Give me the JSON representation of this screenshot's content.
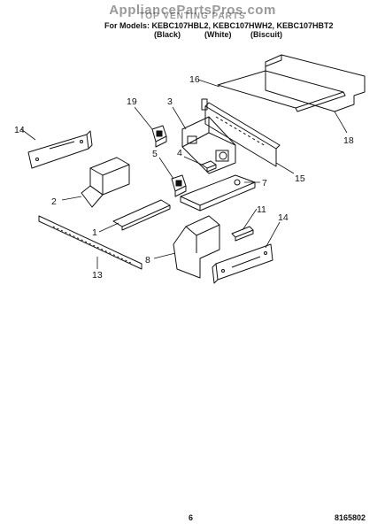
{
  "header": {
    "watermark": "AppliancePartsPros.com",
    "section_title": "TOP VENTING PARTS",
    "models_line": "For Models: KEBC107HBL2, KEBC107HWH2, KEBC107HBT2",
    "variants": [
      "(Black)",
      "(White)",
      "(Biscuit)"
    ]
  },
  "callouts": {
    "c16": "16",
    "c3": "3",
    "c19": "19",
    "c14a": "14",
    "c18": "18",
    "c4": "4",
    "c5": "5",
    "c15": "15",
    "c7": "7",
    "c2": "2",
    "c11": "11",
    "c14b": "14",
    "c1": "1",
    "c8": "8",
    "c13": "13"
  },
  "footer": {
    "page_number": "6",
    "doc_number": "8165802"
  }
}
